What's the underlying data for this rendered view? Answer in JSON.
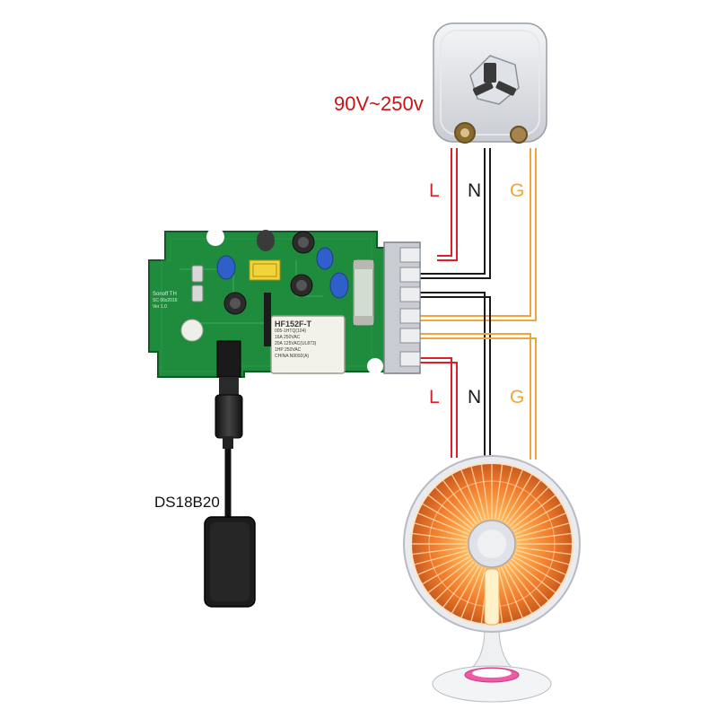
{
  "supply": {
    "voltage_label": "90V~250v"
  },
  "wires": {
    "live": "L",
    "neutral": "N",
    "ground": "G"
  },
  "sensor": {
    "label": "DS18B20"
  },
  "relay": {
    "model": "HF152F-T",
    "lines": [
      "005-1HTQ(104)",
      "16A 250VAC",
      "20A 125VAC(UL873)",
      "1HP 250VAC",
      "CHINA N9092(A)"
    ]
  },
  "board": {
    "silk": [
      "Sonoff TH",
      "SC 06x2016",
      "Ver 1.0"
    ]
  },
  "colors": {
    "live": "#e01e2a",
    "neutral": "#1a1a1a",
    "ground": "#f0a43a",
    "pcb": "#1f8b3c",
    "voltage_text": "#c81414"
  }
}
